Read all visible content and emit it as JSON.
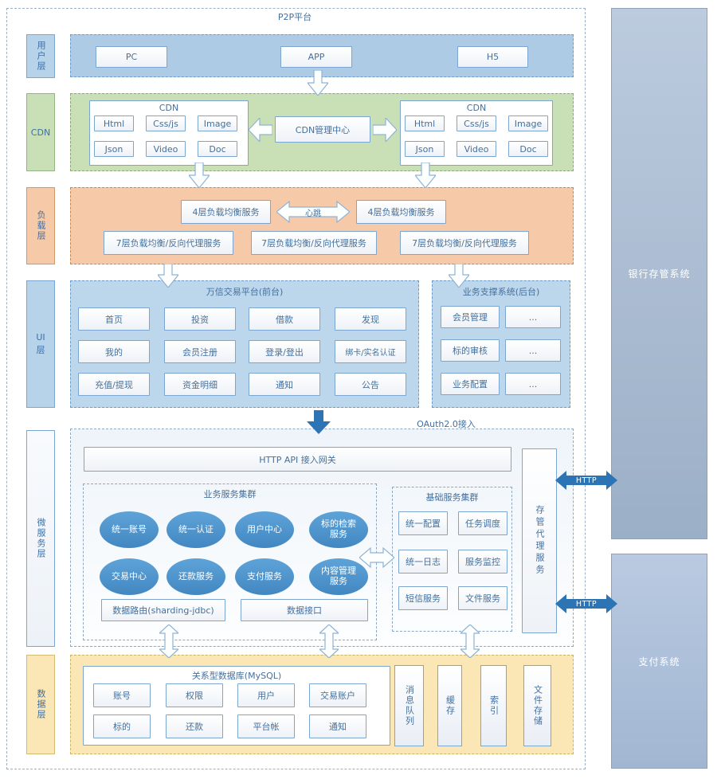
{
  "title": "P2P平台",
  "sidebar": {
    "user": "用户层",
    "cdn": "CDN",
    "load": "负载层",
    "ui": "UI层",
    "micro": "微服务层",
    "data": "数据层"
  },
  "user_layer": {
    "pc": "PC",
    "app": "APP",
    "h5": "H5"
  },
  "cdn": {
    "group_title": "CDN",
    "center": "CDN管理中心",
    "items": [
      "Html",
      "Css/js",
      "Image",
      "Json",
      "Video",
      "Doc"
    ]
  },
  "load": {
    "l4_left": "4层负载均衡服务",
    "l4_right": "4层负载均衡服务",
    "heartbeat": "心跳",
    "l7": [
      "7层负载均衡/反向代理服务",
      "7层负载均衡/反向代理服务",
      "7层负载均衡/反向代理服务"
    ]
  },
  "ui_front": {
    "title": "万信交易平台(前台)",
    "items": [
      "首页",
      "投资",
      "借款",
      "发现",
      "我的",
      "会员注册",
      "登录/登出",
      "绑卡/实名认证",
      "充值/提现",
      "资金明细",
      "通知",
      "公告"
    ]
  },
  "ui_back": {
    "title": "业务支撑系统(后台)",
    "items": [
      "会员管理",
      "标的审核",
      "业务配置"
    ],
    "more": "..."
  },
  "micro": {
    "oauth_label": "OAuth2.0接入",
    "gateway": "HTTP API 接入网关",
    "http_label": "HTTP",
    "proxy": "存管代理服务",
    "biz": {
      "title": "业务服务集群",
      "services": [
        "统一账号",
        "统一认证",
        "用户中心",
        "标的检索服务",
        "交易中心",
        "还款服务",
        "支付服务",
        "内容管理服务"
      ],
      "data_route": "数据路由(sharding-jdbc)",
      "data_api": "数据接口"
    },
    "base": {
      "title": "基础服务集群",
      "services": [
        "统一配置",
        "任务调度",
        "统一日志",
        "服务监控",
        "短信服务",
        "文件服务"
      ]
    }
  },
  "data_layer": {
    "mysql_title": "关系型数据库(MySQL)",
    "tables": [
      "账号",
      "权限",
      "用户",
      "交易账户",
      "标的",
      "还款",
      "平台帐",
      "通知"
    ],
    "stores": [
      "消息队列",
      "缓存",
      "索引",
      "文件存储"
    ]
  },
  "external": {
    "bank": "银行存管系统",
    "pay": "支付系统"
  },
  "colors": {
    "accent_blue": "#2d74b5",
    "band_blue": "#aecbe6",
    "panel_blue": "#bcd6ec",
    "green": "#c9e0b6",
    "orange": "#f6c9a8",
    "yellow": "#fae7b5",
    "ellipse": "#4c91ca",
    "bank_panel": "#a3b4ca",
    "pay_panel": "#aebfd9",
    "text": "#44709d"
  }
}
